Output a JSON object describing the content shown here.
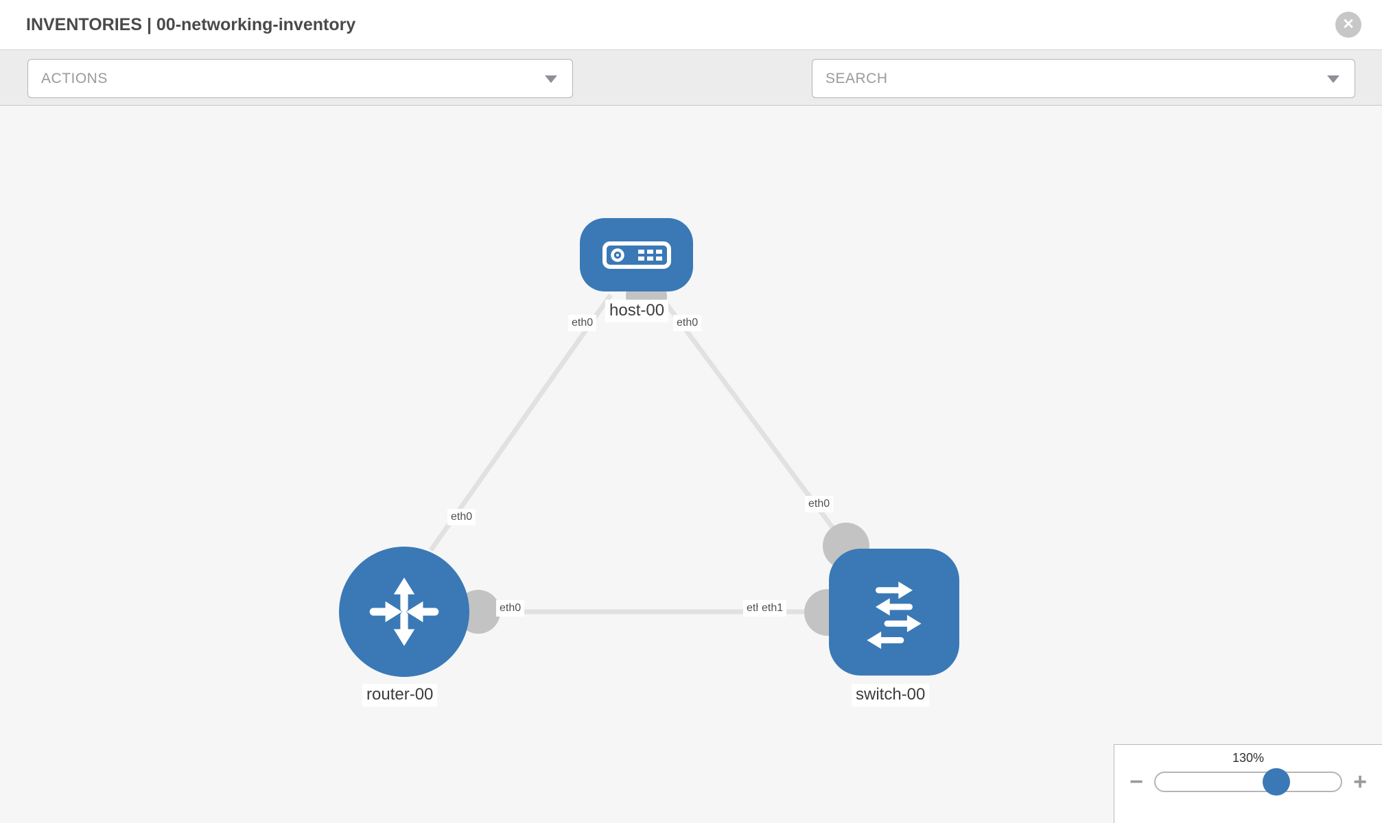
{
  "header": {
    "title": "INVENTORIES | 00-networking-inventory",
    "close_glyph": "✕"
  },
  "toolbar": {
    "actions_placeholder": "ACTIONS",
    "search_placeholder": "SEARCH",
    "icons": [
      "wrench-icon",
      "key-icon"
    ]
  },
  "topology": {
    "nodes": [
      {
        "id": "host-00",
        "type": "host",
        "label": "host-00",
        "icon": "host-icon"
      },
      {
        "id": "router-00",
        "type": "router",
        "label": "router-00",
        "icon": "router-icon"
      },
      {
        "id": "switch-00",
        "type": "switch",
        "label": "switch-00",
        "icon": "switch-icon"
      }
    ],
    "links": [
      {
        "from": "host-00",
        "to": "router-00",
        "from_interface": "eth0",
        "to_interface": "eth0"
      },
      {
        "from": "host-00",
        "to": "switch-00",
        "from_interface": "eth0",
        "to_interface": "eth0"
      },
      {
        "from": "router-00",
        "to": "switch-00",
        "from_interface": "eth0",
        "to_interface": "eth1"
      }
    ],
    "overlap_hidden_label": "eth0"
  },
  "zoom_panel": {
    "level": "130%",
    "minus_glyph": "−",
    "plus_glyph": "+"
  },
  "colors": {
    "node_blue": "#3a79b6",
    "link_gray": "#e1e1e1",
    "connector_gray": "#c3c3c3",
    "toolbar_bg": "#ececec",
    "canvas_bg": "#f6f6f6",
    "icon_gray": "#8b8e94"
  }
}
